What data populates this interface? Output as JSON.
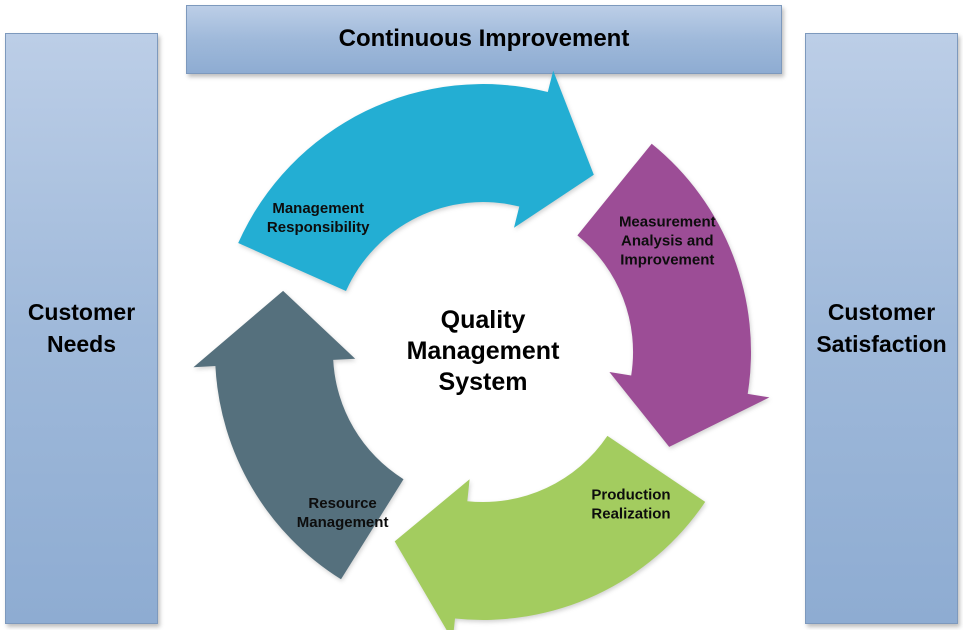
{
  "banner": {
    "label": "Continuous Improvement"
  },
  "panels": {
    "left_label": "Customer\nNeeds",
    "right_label": "Customer\nSatisfaction"
  },
  "cycle": {
    "center_title": "Quality\nManagement\nSystem",
    "segments": [
      {
        "name": "management-responsibility",
        "label_lines": [
          "Management",
          "Responsibility"
        ],
        "color": "#23aed3"
      },
      {
        "name": "measurement-analysis-and-improvement",
        "label_lines": [
          "Measurement",
          "Analysis and",
          "Improvement"
        ],
        "color": "#9c4d96"
      },
      {
        "name": "production-realization",
        "label_lines": [
          "Production",
          "Realization"
        ],
        "color": "#a3cc5f"
      },
      {
        "name": "resource-management",
        "label_lines": [
          "Resource",
          "Management"
        ],
        "color": "#55707d"
      }
    ]
  }
}
